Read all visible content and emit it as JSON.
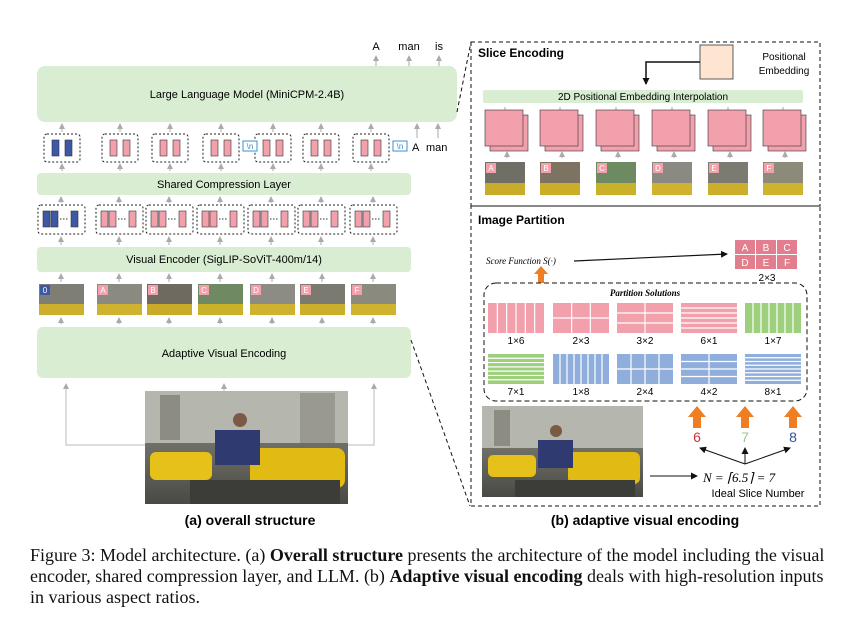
{
  "overall": {
    "output_tokens": [
      "A",
      "man",
      "is"
    ],
    "llm_label": "Large Language Model (MiniCPM-2.4B)",
    "compression_label": "Shared Compression Layer",
    "encoder_label": "Visual Encoder (SigLIP-SoViT-400m/14)",
    "adaptive_label": "Adaptive Visual Encoding",
    "newline_token": "\\n",
    "input_tokens": [
      "A",
      "man"
    ],
    "slice_badges": [
      "0",
      "A",
      "B",
      "C",
      "D",
      "E",
      "F"
    ],
    "subtitle": "(a) overall  structure"
  },
  "slice_encoding": {
    "title": "Slice Encoding",
    "pos_embed_label_1": "Positional",
    "pos_embed_label_2": "Embedding",
    "interp_label": "2D Positional Embedding Interpolation",
    "slice_letters": [
      "A",
      "B",
      "C",
      "D",
      "E",
      "F"
    ]
  },
  "image_partition": {
    "title": "Image Partition",
    "score_label": "Score Function S(·)",
    "grid_letters": [
      "A",
      "B",
      "C",
      "D",
      "E",
      "F"
    ],
    "grid_label": "2×3",
    "solutions_title": "Partition Solutions",
    "solutions": [
      {
        "label": "1×6",
        "group": "six"
      },
      {
        "label": "2×3",
        "group": "six"
      },
      {
        "label": "3×2",
        "group": "six"
      },
      {
        "label": "6×1",
        "group": "six"
      },
      {
        "label": "1×7",
        "group": "seven"
      },
      {
        "label": "7×1",
        "group": "seven"
      },
      {
        "label": "1×8",
        "group": "eight"
      },
      {
        "label": "2×4",
        "group": "eight"
      },
      {
        "label": "4×2",
        "group": "eight"
      },
      {
        "label": "8×1",
        "group": "eight"
      }
    ],
    "candidates": [
      "6",
      "7",
      "8"
    ],
    "formula": "N = ⌈6.5⌉ = 7",
    "ideal_label": "Ideal Slice Number",
    "subtitle": "(b) adaptive visual encoding"
  },
  "colors": {
    "green_box": "#d9edd3",
    "pink": "#f2a0ac",
    "pink_dark": "#e27e8e",
    "blue": "#8faedc",
    "blue_dark": "#3e58a8",
    "green_grid": "#9dcf7d",
    "orange": "#ef7d22",
    "cand_red": "#c8343a",
    "cand_green": "#9fc48b",
    "cand_blue": "#2d5394",
    "peach": "#fde5d1"
  },
  "caption": {
    "prefix": "Figure 3: Model architecture. (a) ",
    "bold1": "Overall structure",
    "mid": " presents the architecture of the model including the visual encoder, shared compression layer, and LLM. (b) ",
    "bold2": "Adaptive visual encoding",
    "suffix": " deals with high-resolution inputs in various aspect ratios."
  }
}
